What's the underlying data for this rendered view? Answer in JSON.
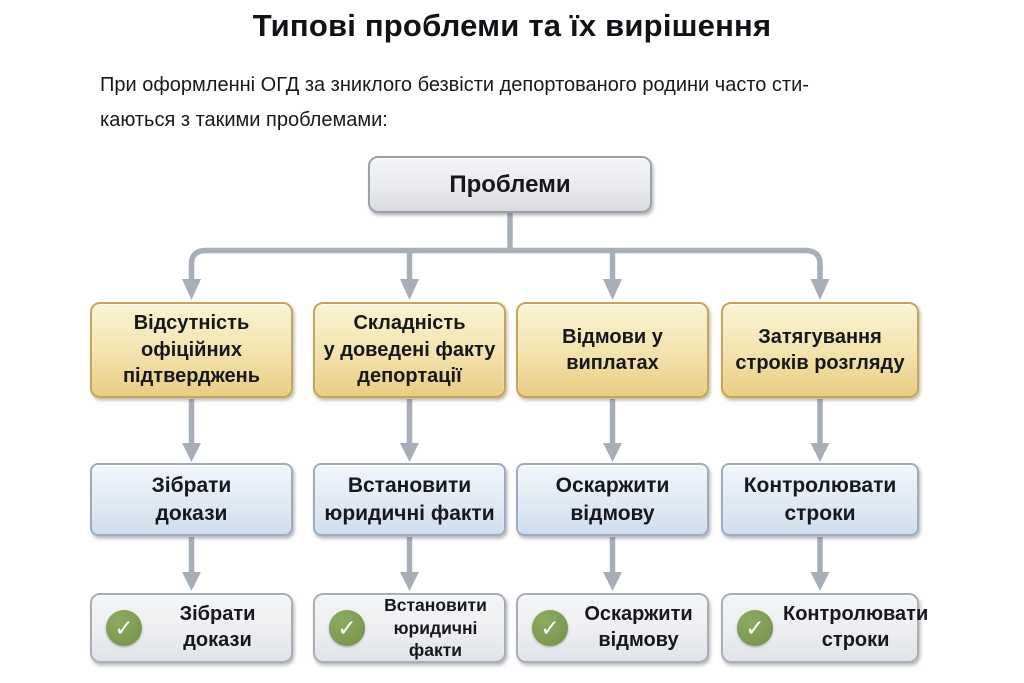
{
  "title": "Типові проблеми та їх вирішення",
  "intro": "При оформленні ОГД за зниклого безвісти депортованого родини часто сти-\nкаються з такими проблемами:",
  "root": {
    "label": "Проблеми"
  },
  "columns": [
    {
      "problem": "Відсутність\nофіційних\nпідтверджень",
      "solution": "Зібрати\nдокази",
      "result": "Зібрати\nдокази"
    },
    {
      "problem": "Складність\nу доведені факту\nдепортації",
      "solution": "Встановити\nюридичні факти",
      "result": "Встановити\nюридичні факти"
    },
    {
      "problem": "Відмови у\nвиплатах",
      "solution": "Оскаржити\nвідмову",
      "result": "Оскаржити\nвідмову"
    },
    {
      "problem": "Затягування\nстроків розгляду",
      "solution": "Контролювати\nстроки",
      "result": "Контролювати\nстроки"
    }
  ],
  "icons": {
    "check": "✓"
  },
  "colors": {
    "problem_fill": "#f3e2ac",
    "problem_border": "#c5a45c",
    "solution_fill": "#dde8f2",
    "solution_border": "#9dabbc",
    "result_fill": "#eceef0",
    "root_fill": "#e9eaed",
    "connector_gray": "#a8aeb8",
    "check_green": "#7d9c52"
  }
}
